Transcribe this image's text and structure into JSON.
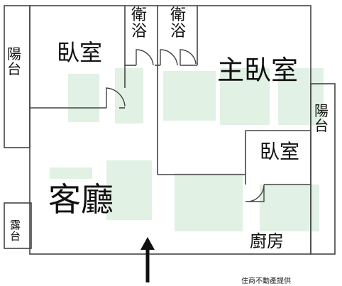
{
  "rooms": {
    "living_room": "客廳",
    "master_bedroom": "主臥室",
    "bedroom_left": "臥室",
    "bedroom_right": "臥室",
    "bathroom_1": [
      "衛",
      "浴"
    ],
    "bathroom_2": [
      "衛",
      "浴"
    ],
    "kitchen": "廚房",
    "balcony_left": [
      "陽",
      "台"
    ],
    "balcony_right": [
      "陽",
      "台"
    ],
    "terrace": [
      "露",
      "台"
    ]
  },
  "watermark": "住商不動產",
  "footer_note": "住商不動產提供",
  "colors": {
    "wall": "#444444",
    "text": "#111111",
    "watermark": "#dcefe0"
  }
}
